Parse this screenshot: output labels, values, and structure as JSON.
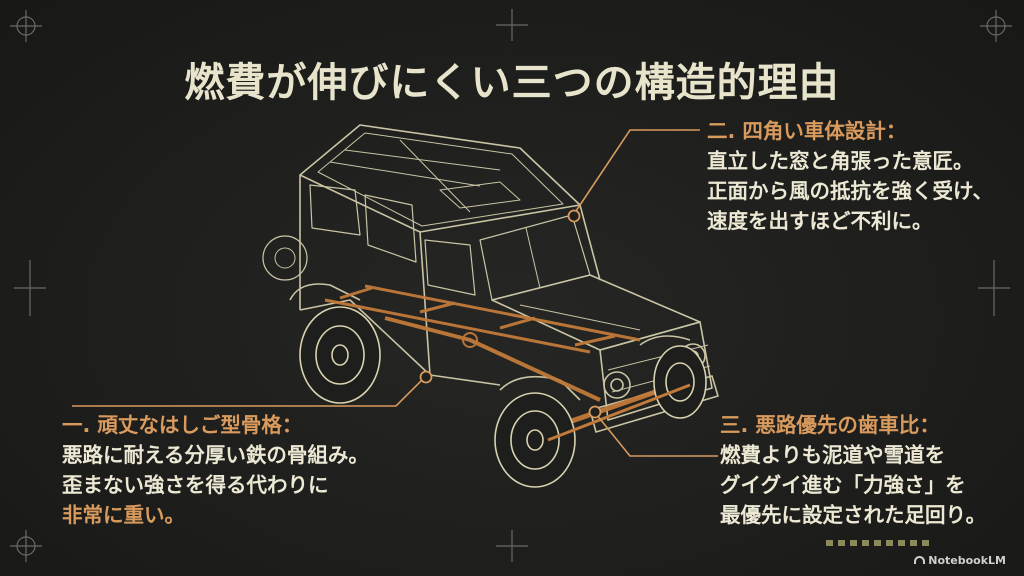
{
  "title": "燃費が伸びにくい三つの構造的理由",
  "callouts": {
    "body_shape": {
      "heading": "二. 四角い車体設計：",
      "lines": [
        "直立した窓と角張った意匠。",
        "正面から風の抵抗を強く受け、",
        "速度を出すほど不利に。"
      ]
    },
    "frame": {
      "heading": "一. 頑丈なはしご型骨格：",
      "lines": [
        "悪路に耐える分厚い鉄の骨組み。",
        "歪まない強さを得る代わりに"
      ],
      "highlight": "非常に重い。"
    },
    "gearing": {
      "heading": "三. 悪路優先の歯車比：",
      "lines": [
        "燃費よりも泥道や雪道を",
        "グイグイ進む「力強さ」を",
        "最優先に設定された足回り。"
      ]
    }
  },
  "brand": "NotebookLM",
  "colors": {
    "background": "#1f1f1d",
    "title": "#e8e4cc",
    "accent": "#d99a5e",
    "wireframe": "#d8d2b0",
    "frame_highlight": "#c27a3a"
  }
}
